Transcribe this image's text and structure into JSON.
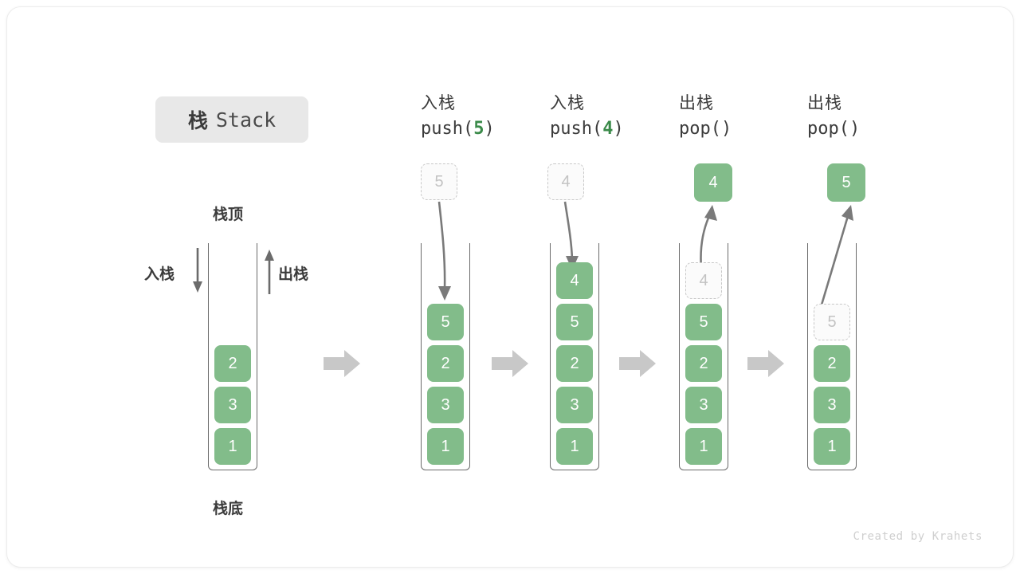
{
  "figure": {
    "title_cn": "栈",
    "title_en": "Stack",
    "credit": "Created by Krahets",
    "accent_green": "#82bc8a",
    "accent_green_text": "#3a8a49",
    "tube_stroke": "#6b6b6b",
    "ghost_stroke": "#c8c8c8",
    "flow_arrow_color": "#c8c8c8"
  },
  "legend": {
    "top_label": "栈顶",
    "bottom_label": "栈底",
    "push_label": "入栈",
    "pop_label": "出栈"
  },
  "stages": [
    {
      "id": "initial",
      "header_cn": "",
      "header_fn_prefix": "",
      "header_fn_arg": "",
      "header_fn_suffix": "",
      "floating_cell": null,
      "floating_cell_style": null,
      "cells": [
        {
          "value": "2",
          "style": "solid"
        },
        {
          "value": "3",
          "style": "solid"
        },
        {
          "value": "1",
          "style": "solid"
        }
      ]
    },
    {
      "id": "push-5",
      "header_cn": "入栈",
      "header_fn_prefix": "push(",
      "header_fn_arg": "5",
      "header_fn_suffix": ")",
      "floating_cell": "5",
      "floating_cell_style": "ghost",
      "cells": [
        {
          "value": "5",
          "style": "solid"
        },
        {
          "value": "2",
          "style": "solid"
        },
        {
          "value": "3",
          "style": "solid"
        },
        {
          "value": "1",
          "style": "solid"
        }
      ]
    },
    {
      "id": "push-4",
      "header_cn": "入栈",
      "header_fn_prefix": "push(",
      "header_fn_arg": "4",
      "header_fn_suffix": ")",
      "floating_cell": "4",
      "floating_cell_style": "ghost",
      "cells": [
        {
          "value": "4",
          "style": "solid"
        },
        {
          "value": "5",
          "style": "solid"
        },
        {
          "value": "2",
          "style": "solid"
        },
        {
          "value": "3",
          "style": "solid"
        },
        {
          "value": "1",
          "style": "solid"
        }
      ]
    },
    {
      "id": "pop-4",
      "header_cn": "出栈",
      "header_fn_prefix": "pop(",
      "header_fn_arg": "",
      "header_fn_suffix": ")",
      "floating_cell": "4",
      "floating_cell_style": "solid",
      "cells": [
        {
          "value": "4",
          "style": "ghost"
        },
        {
          "value": "5",
          "style": "solid"
        },
        {
          "value": "2",
          "style": "solid"
        },
        {
          "value": "3",
          "style": "solid"
        },
        {
          "value": "1",
          "style": "solid"
        }
      ]
    },
    {
      "id": "pop-5",
      "header_cn": "出栈",
      "header_fn_prefix": "pop(",
      "header_fn_arg": "",
      "header_fn_suffix": ")",
      "floating_cell": "5",
      "floating_cell_style": "solid",
      "cells": [
        {
          "value": "5",
          "style": "ghost"
        },
        {
          "value": "2",
          "style": "solid"
        },
        {
          "value": "3",
          "style": "solid"
        },
        {
          "value": "1",
          "style": "solid"
        }
      ]
    }
  ]
}
